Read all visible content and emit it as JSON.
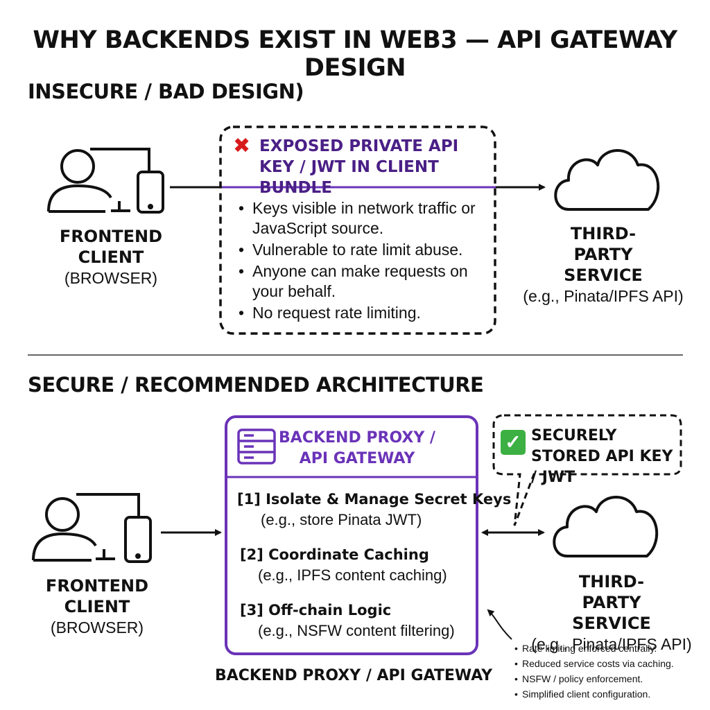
{
  "title": "WHY BACKENDS EXIST IN WEB3 — API GATEWAY DESIGN",
  "insecure": {
    "heading": "INSECURE / BAD DESIGN)",
    "client_label": "FRONTEND CLIENT",
    "client_sub": "(BROWSER)",
    "warning_icon": "x-icon",
    "warning_title": "EXPOSED PRIVATE API KEY / JWT IN CLIENT BUNDLE",
    "warning_points": [
      "Keys visible in network traffic or JavaScript source.",
      "Vulnerable to rate limit abuse.",
      "Anyone can make requests on your behalf.",
      "No request rate limiting."
    ],
    "service_label": "THIRD-PARTY SERVICE",
    "service_sub": "(e.g., Pinata/IPFS API)"
  },
  "secure": {
    "heading": "SECURE / RECOMMENDED ARCHITECTURE",
    "client_label": "FRONTEND CLIENT",
    "client_sub": "(BROWSER)",
    "proxy_title": "BACKEND PROXY / API GATEWAY",
    "features": [
      {
        "title": "[1] Isolate & Manage Secret Keys",
        "sub": "(e.g., store Pinata JWT)"
      },
      {
        "title": "[2] Coordinate Caching",
        "sub": "(e.g., IPFS content caching)"
      },
      {
        "title": "[3] Off-chain Logic",
        "sub": "(e.g., NSFW content filtering)"
      }
    ],
    "callout_icon": "check-icon",
    "callout_text": "SECURELY STORED API KEY / JWT",
    "service_label": "THIRD-PARTY SERVICE",
    "service_sub": "(e.g., Pinata/IPFS API)",
    "notes": [
      "Rate limiting enforced centrally.",
      "Reduced service costs via caching.",
      "NSFW / policy enforcement.",
      "Simplified client configuration."
    ],
    "bottom_label": "BACKEND PROXY / API GATEWAY"
  },
  "colors": {
    "accent": "#6a33b8",
    "warning": "#d7191c",
    "success": "#3cb043",
    "ink": "#111111"
  }
}
